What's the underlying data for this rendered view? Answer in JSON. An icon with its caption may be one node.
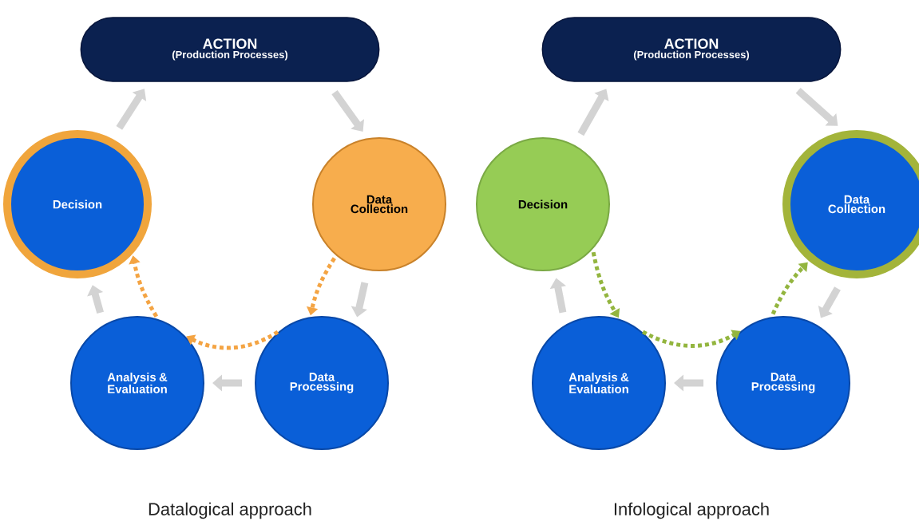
{
  "diagram": {
    "nodes": [
      {
        "text": [
          "ACTION",
          "(Production Processes)"
        ]
      },
      {
        "text": [
          "Decision"
        ]
      },
      {
        "text": [
          "Data Collection"
        ]
      },
      {
        "text": [
          "Analysis & Evaluation"
        ]
      },
      {
        "text": [
          "Data Processing"
        ]
      },
      {
        "text": [
          "ACTION",
          "(Production Processes)"
        ]
      },
      {
        "text": [
          "Decision"
        ]
      },
      {
        "text": [
          "Data Collection"
        ]
      },
      {
        "text": [
          "Analysis & Evaluation"
        ]
      },
      {
        "text": [
          "Data Processing"
        ]
      }
    ],
    "edges": [
      {
        "from": 1,
        "to": 0,
        "arrow": "to"
      },
      {
        "from": 0,
        "to": 2,
        "arrow": "to"
      },
      {
        "from": 2,
        "to": 4,
        "arrow": "to"
      },
      {
        "from": 4,
        "to": 3,
        "arrow": "to"
      },
      {
        "from": 3,
        "to": 1,
        "arrow": "to"
      },
      {
        "from": 2,
        "to": 4,
        "arrow": "to",
        "style": "dashed",
        "color": "#f4a443"
      },
      {
        "from": 4,
        "to": 3,
        "arrow": "to",
        "style": "dashed",
        "color": "#f4a443"
      },
      {
        "from": 3,
        "to": 1,
        "arrow": "to",
        "style": "dashed",
        "color": "#f4a443"
      },
      {
        "from": 6,
        "to": 5,
        "arrow": "to"
      },
      {
        "from": 5,
        "to": 7,
        "arrow": "to"
      },
      {
        "from": 7,
        "to": 9,
        "arrow": "to"
      },
      {
        "from": 9,
        "to": 8,
        "arrow": "to"
      },
      {
        "from": 8,
        "to": 6,
        "arrow": "to"
      },
      {
        "from": 6,
        "to": 8,
        "arrow": "to",
        "style": "dashed",
        "color": "#93b53f"
      },
      {
        "from": 8,
        "to": 9,
        "arrow": "to",
        "style": "dashed",
        "color": "#93b53f"
      },
      {
        "from": 9,
        "to": 7,
        "arrow": "to",
        "style": "dashed",
        "color": "#93b53f"
      }
    ],
    "labels": [
      "Datalogical approach",
      "Infological approach"
    ]
  }
}
